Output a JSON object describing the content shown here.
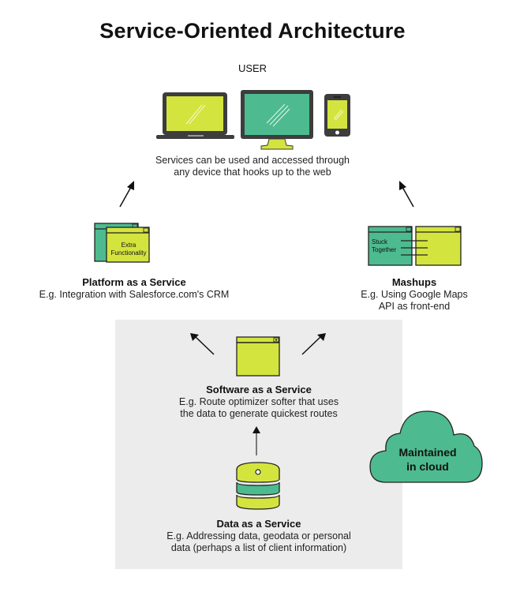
{
  "title": "Service-Oriented Architecture",
  "user": {
    "label": "USER",
    "devices": [
      "laptop",
      "monitor",
      "phone"
    ],
    "caption_line1": "Services can be used and accessed through",
    "caption_line2": "any device that hooks up to the web"
  },
  "paas": {
    "heading": "Platform as a Service",
    "caption": "E.g. Integration with Salesforce.com's CRM",
    "icon_label_line1": "Extra",
    "icon_label_line2": "Functionality"
  },
  "mashups": {
    "heading": "Mashups",
    "caption_line1": "E.g. Using Google Maps",
    "caption_line2": "API as front-end",
    "icon_label_line1": "Stuck",
    "icon_label_line2": "Together"
  },
  "saas": {
    "heading": "Software as a Service",
    "caption_line1": "E.g. Route optimizer softer that uses",
    "caption_line2": "the data to generate quickest routes"
  },
  "daas": {
    "heading": "Data as a Service",
    "caption_line1": "E.g. Addressing data, geodata or personal",
    "caption_line2": "data (perhaps a list of client information)"
  },
  "cloud": {
    "line1": "Maintained",
    "line2": "in cloud"
  },
  "colors": {
    "lime": "#d4e43f",
    "green": "#4dbb8f",
    "dark": "#3d3d3d",
    "panel": "#ececec"
  }
}
